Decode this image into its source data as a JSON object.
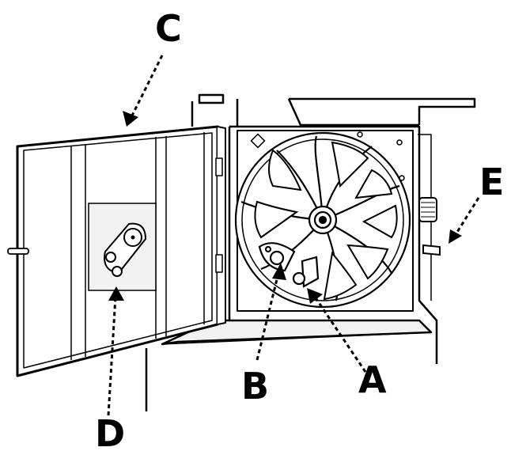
{
  "callouts": {
    "a": "A",
    "b": "B",
    "c": "C",
    "d": "D",
    "e": "E"
  },
  "colors": {
    "line": "#000000",
    "fill": "#ffffff",
    "panel_gray": "#f2f2f2"
  },
  "icons": [
    "bandsaw-wheel-housing-icon",
    "motor-pulley-label-icon",
    "tension-knob-icon"
  ]
}
